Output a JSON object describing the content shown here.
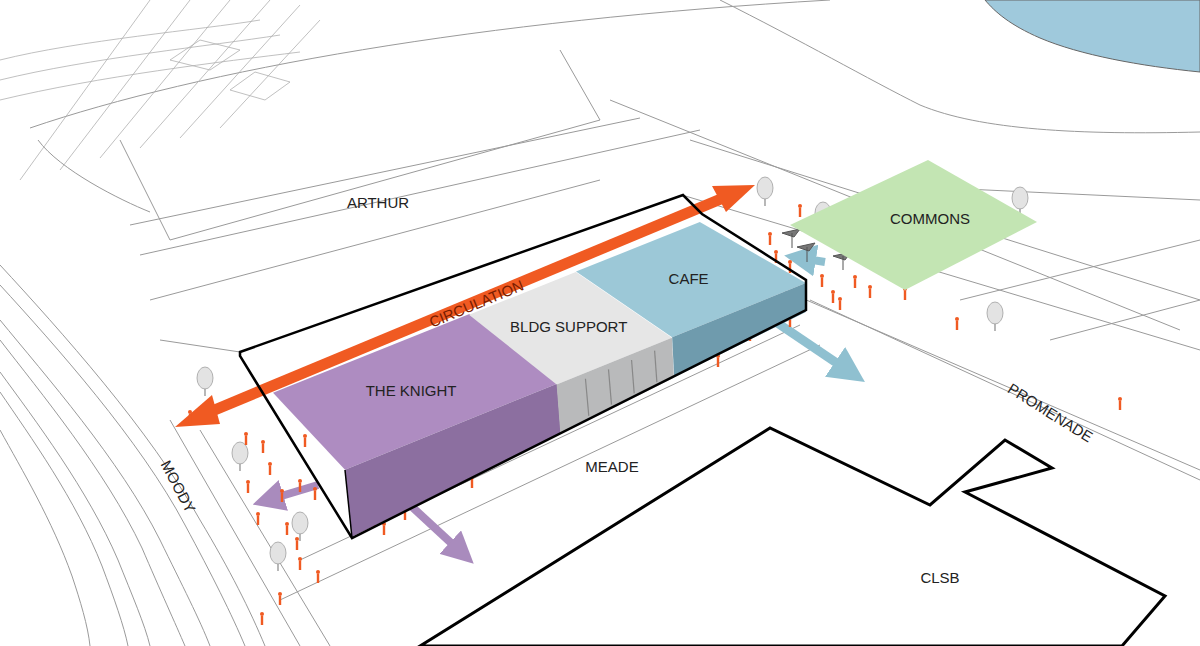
{
  "diagram": {
    "nodes": [
      {
        "text": [
          "THE KNIGHT"
        ]
      },
      {
        "text": [
          "BLDG SUPPORT"
        ]
      },
      {
        "text": [
          "CAFE"
        ]
      },
      {
        "text": [
          "COMMONS"
        ]
      },
      {
        "text": [
          "CLSB"
        ]
      }
    ],
    "labels": [
      "ARTHUR",
      "CIRCULATION",
      "MOODY",
      "MEADE",
      "PROMENADE"
    ]
  }
}
